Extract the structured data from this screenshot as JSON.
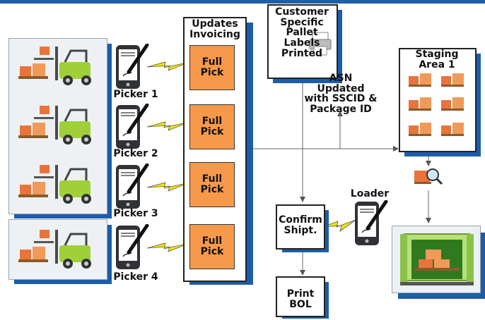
{
  "colors": {
    "accent_blue": "#1c5dab",
    "pick_orange": "#f7994a",
    "lightning": "#f2e600"
  },
  "pickers": [
    {
      "label": "Picker 1",
      "action": "Full\nPick"
    },
    {
      "label": "Picker 2",
      "action": "Full\nPick"
    },
    {
      "label": "Picker 3",
      "action": "Full\nPick"
    },
    {
      "label": "Picker 4",
      "action": "Full\nPick"
    }
  ],
  "updates": {
    "title": "Updates\nInvoicing"
  },
  "customer": {
    "title": "Customer\nSpecific\nPallet\nLabels\nPrinted"
  },
  "asn": {
    "text": "ASN Updated\nwith SSCID &\nPackage ID"
  },
  "staging": {
    "title": "Staging\nArea 1"
  },
  "confirm": {
    "title": "Confirm\nShipt."
  },
  "print": {
    "title": "Print\nBOL"
  },
  "loader": {
    "label": "Loader"
  },
  "icons": {
    "forklift": "forklift-icon",
    "handheld": "handheld-scanner-icon",
    "lightning": "lightning-bolt-icon",
    "pallet": "pallet-boxes-icon",
    "inspection": "magnifier-inspection-icon",
    "truck": "truck-container-icon",
    "printer": "label-printer-icon"
  }
}
